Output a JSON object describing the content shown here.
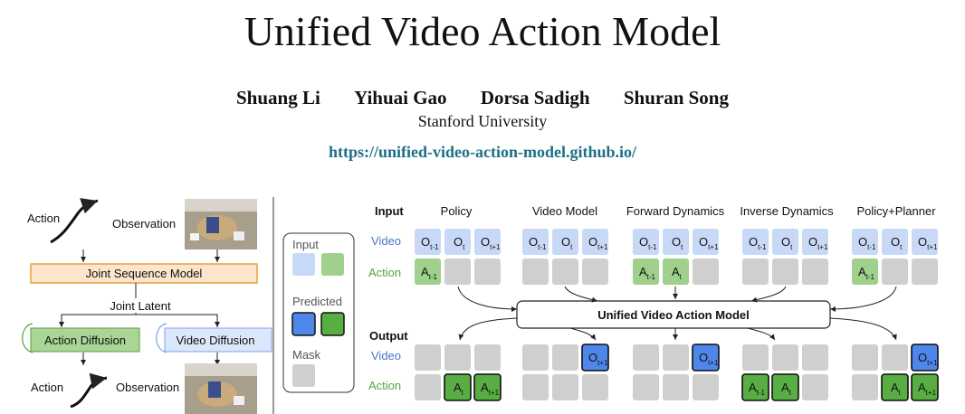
{
  "header": {
    "title": "Unified Video Action Model",
    "authors": [
      "Shuang Li",
      "Yihuai Gao",
      "Dorsa Sadigh",
      "Shuran Song"
    ],
    "affiliation": "Stanford University",
    "url": "https://unified-video-action-model.github.io/"
  },
  "left_panel": {
    "action_top": "Action",
    "observation_top": "Observation",
    "joint_sequence_model": "Joint Sequence Model",
    "joint_latent": "Joint Latent",
    "action_diffusion": "Action Diffusion",
    "video_diffusion": "Video Diffusion",
    "action_bottom": "Action",
    "observation_bottom": "Observation"
  },
  "legend": {
    "input": "Input",
    "predicted": "Predicted",
    "mask": "Mask"
  },
  "right_panel": {
    "input_label": "Input",
    "output_label": "Output",
    "video_label": "Video",
    "action_label": "Action",
    "model_box": "Unified  Video Action Model",
    "columns": [
      "Policy",
      "Video Model",
      "Forward Dynamics",
      "Inverse Dynamics",
      "Policy+Planner"
    ]
  },
  "colors": {
    "blue_fill": "#c8d9f7",
    "green_fill": "#9fd18c",
    "grey_fill": "#cfcfcf",
    "pred_blue": "#4f86ea",
    "pred_green": "#58ad43",
    "video_label": "#4d74c9",
    "action_label": "#58a043",
    "orange_fill": "#fde5cc",
    "orange_stroke": "#e6a23a"
  }
}
